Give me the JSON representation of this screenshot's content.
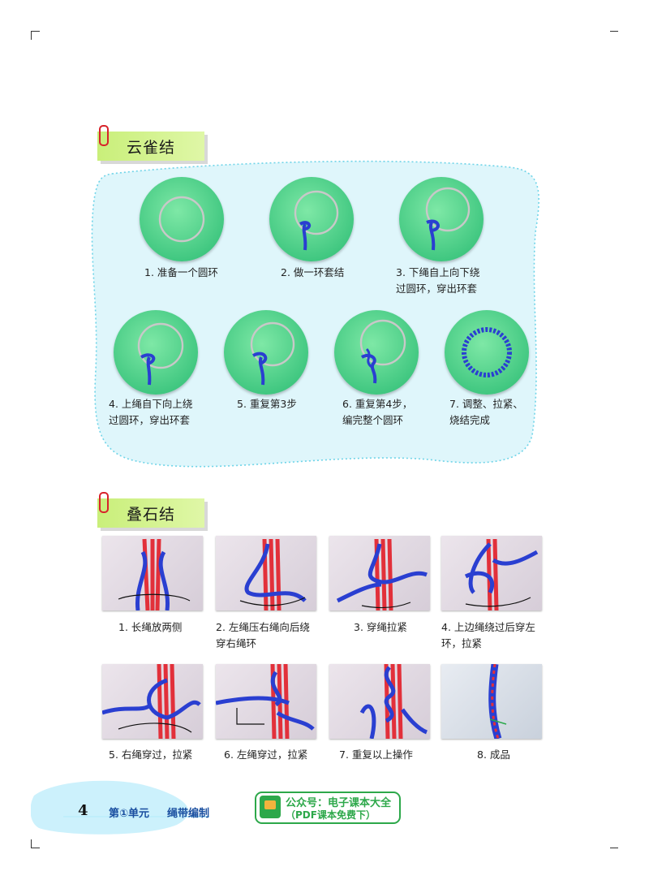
{
  "section1": {
    "title": "云雀结",
    "steps": [
      {
        "label": "1. 准备一个圆环"
      },
      {
        "label": "2. 做一环套结"
      },
      {
        "label": "3. 下绳自上向下绕\n过圆环，穿出环套"
      },
      {
        "label": "4. 上绳自下向上绕\n过圆环，穿出环套"
      },
      {
        "label": "5. 重复第3步"
      },
      {
        "label": "6. 重复第4步，\n编完整个圆环"
      },
      {
        "label": "7. 调整、拉紧、\n烧结完成"
      }
    ]
  },
  "section2": {
    "title": "叠石结",
    "steps": [
      {
        "label": "1. 长绳放两侧"
      },
      {
        "label": "2. 左绳压右绳向后绕\n穿右绳环"
      },
      {
        "label": "3. 穿绳拉紧"
      },
      {
        "label": "4. 上边绳绕过后穿左\n环，拉紧"
      },
      {
        "label": "5. 右绳穿过，拉紧"
      },
      {
        "label": "6. 左绳穿过，拉紧"
      },
      {
        "label": "7. 重复以上操作"
      },
      {
        "label": "8. 成品"
      }
    ]
  },
  "footer": {
    "page_number": "4",
    "unit": "第①单元",
    "unit_name": "绳带编制",
    "badge_line1": "公众号：电子课本大全",
    "badge_line2": "（PDF课本免费下）"
  },
  "colors": {
    "title_bg": "#c9ef7a",
    "circle_green": "#3ec67f",
    "cord_blue": "#2a3fd1",
    "cord_red": "#e2303a",
    "panel_border": "#6fd4e8",
    "footer_blue": "#1a4fa0",
    "badge_green": "#2da84a"
  }
}
